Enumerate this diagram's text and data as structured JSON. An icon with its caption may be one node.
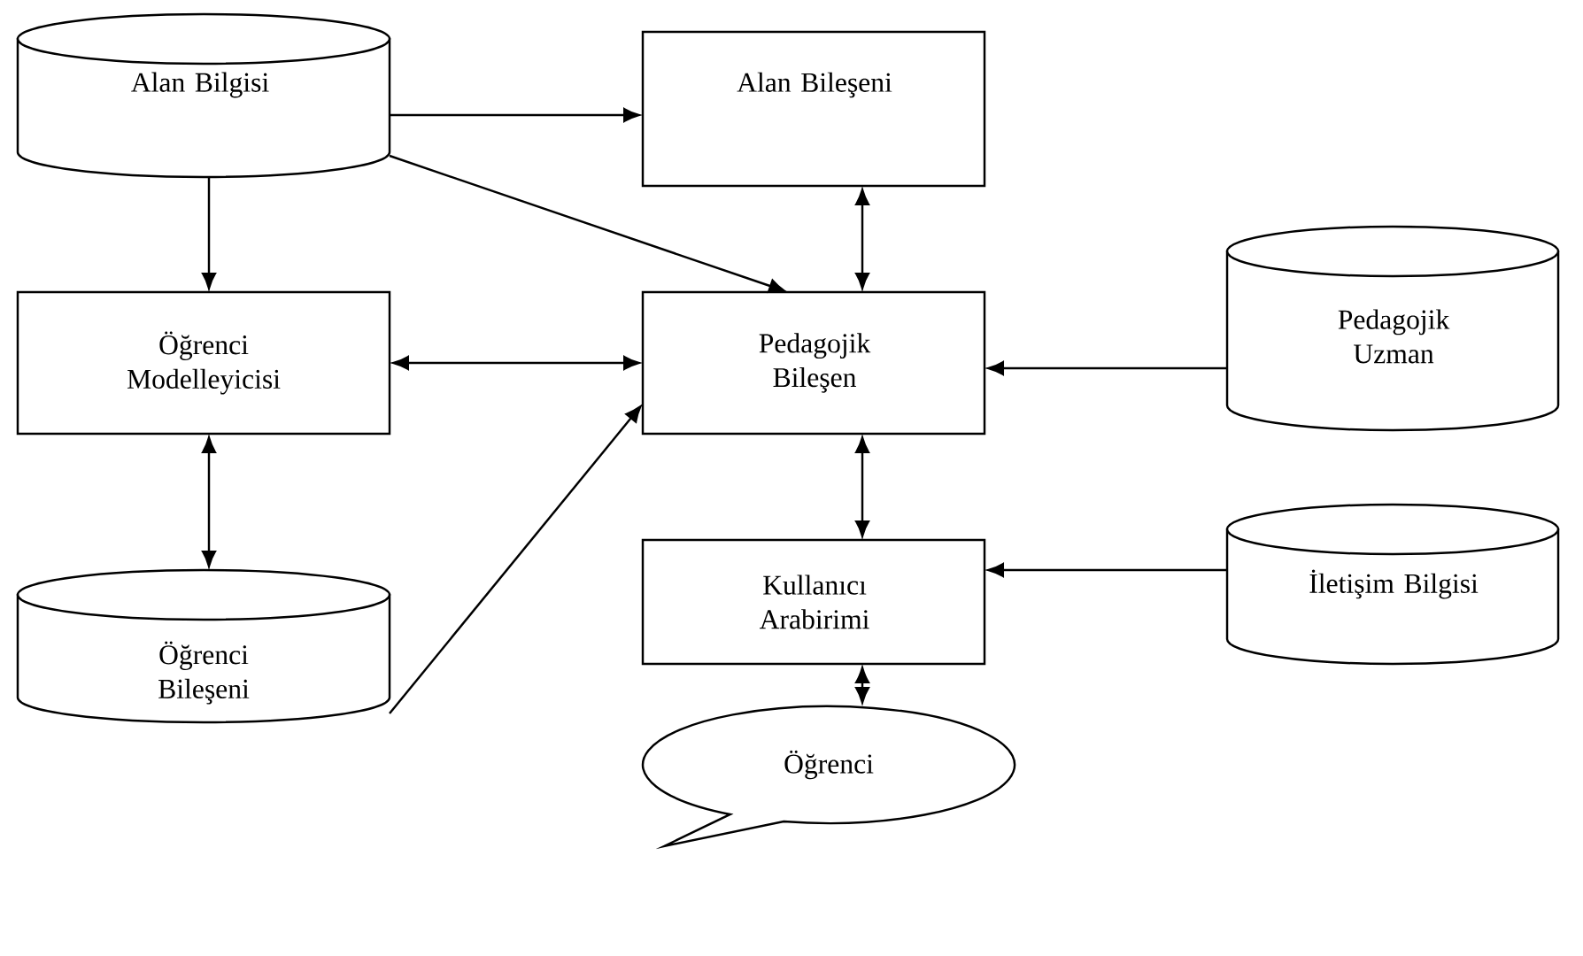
{
  "diagram": {
    "nodes": [
      {
        "text": [
          "Alan Bilgisi"
        ]
      },
      {
        "text": [
          "Alan Bileşeni"
        ]
      },
      {
        "text": [
          "Öğrenci Modelleyicisi"
        ]
      },
      {
        "text": [
          "Pedagojik Bileşen"
        ]
      },
      {
        "text": [
          "Pedagojik Uzman"
        ]
      },
      {
        "text": [
          "Kullanıcı Arabirimi"
        ]
      },
      {
        "text": [
          "İletişim Bilgisi"
        ]
      },
      {
        "text": [
          "Öğrenci Bileşeni"
        ]
      },
      {
        "text": [
          "Öğrenci"
        ]
      }
    ],
    "edges": [
      {
        "from": 0,
        "to": 1,
        "arrow": "to"
      },
      {
        "from": 0,
        "to": 3,
        "arrow": "to"
      },
      {
        "from": 0,
        "to": 2,
        "arrow": "to"
      },
      {
        "from": 1,
        "to": 3,
        "arrow": "both"
      },
      {
        "from": 2,
        "to": 3,
        "arrow": "both"
      },
      {
        "from": 4,
        "to": 3,
        "arrow": "to"
      },
      {
        "from": 2,
        "to": 7,
        "arrow": "both"
      },
      {
        "from": 7,
        "to": 3,
        "arrow": "to"
      },
      {
        "from": 3,
        "to": 5,
        "arrow": "both"
      },
      {
        "from": 6,
        "to": 5,
        "arrow": "to"
      },
      {
        "from": 5,
        "to": 8,
        "arrow": "both"
      }
    ]
  }
}
